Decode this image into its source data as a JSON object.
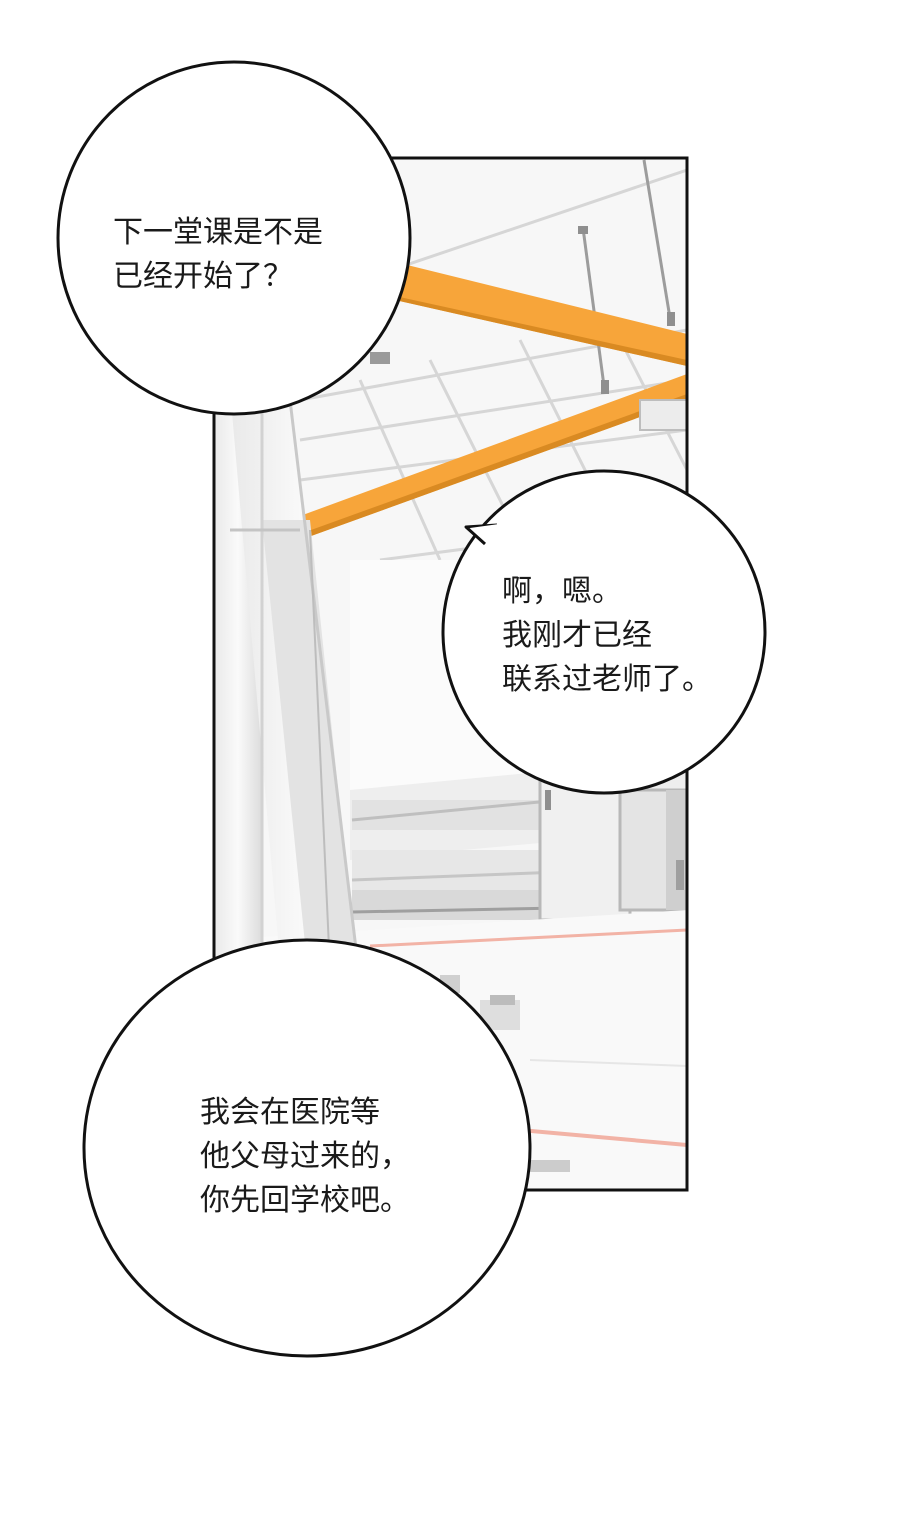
{
  "bubbles": [
    {
      "lines": [
        "下一堂课是不是",
        "已经开始了？"
      ]
    },
    {
      "lines": [
        "啊，嗯。",
        "我刚才已经",
        "联系过老师了。"
      ]
    },
    {
      "lines": [
        "我会在医院等",
        "他父母过来的，",
        "你先回学校吧。"
      ]
    }
  ],
  "colors": {
    "beam": "#f7a53a",
    "beam_shadow": "#d98a22",
    "panel_border": "#111111",
    "floor_line": "#f2b3a6"
  }
}
